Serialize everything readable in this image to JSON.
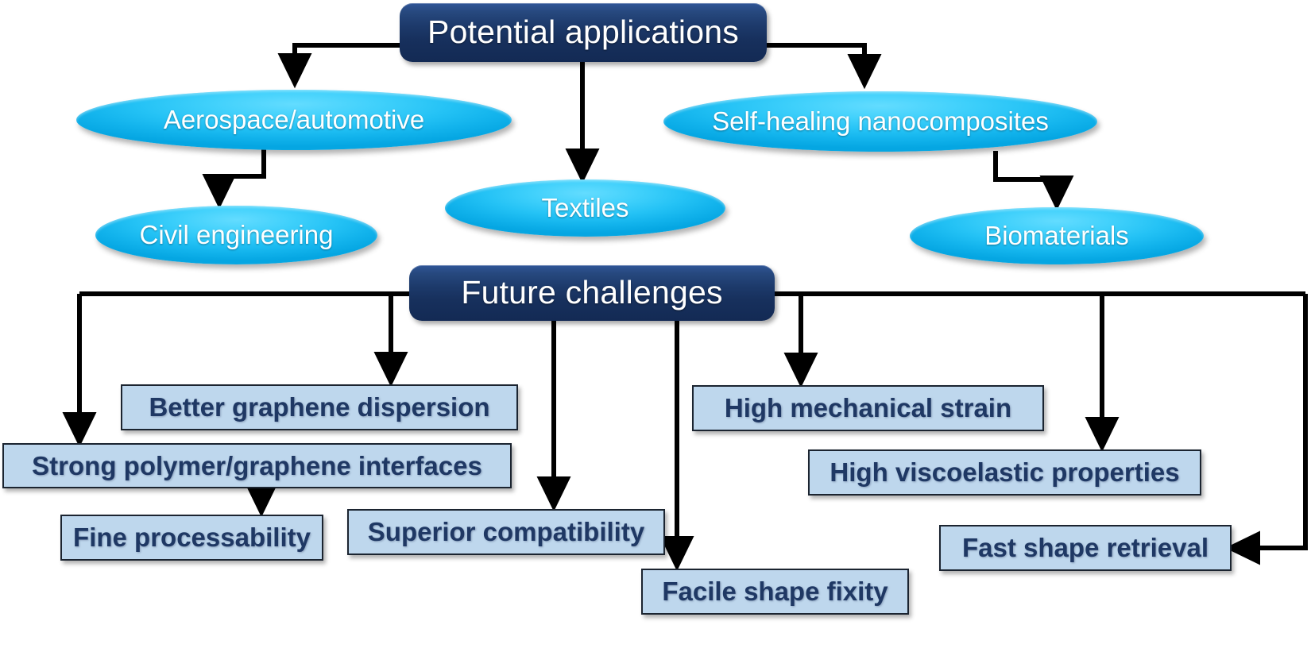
{
  "diagram": {
    "title": "Potential applications and future challenges flowchart",
    "colors": {
      "header_navy": "#17305d",
      "ellipse_cyan": "#24c2f5",
      "challenge_fill": "#bed7ed",
      "challenge_text": "#1f3864",
      "connector": "#000000",
      "background": "#ffffff"
    }
  },
  "headers": [
    {
      "id": "potential-applications",
      "label": "Potential applications"
    },
    {
      "id": "future-challenges",
      "label": "Future challenges"
    }
  ],
  "applications": [
    {
      "id": "aerospace-automotive",
      "label": "Aerospace/automotive"
    },
    {
      "id": "civil-engineering",
      "label": "Civil engineering"
    },
    {
      "id": "textiles",
      "label": "Textiles"
    },
    {
      "id": "self-healing-nanocomposites",
      "label": "Self-healing nanocomposites"
    },
    {
      "id": "biomaterials",
      "label": "Biomaterials"
    }
  ],
  "challenges": [
    {
      "id": "better-graphene-dispersion",
      "label": "Better graphene dispersion"
    },
    {
      "id": "strong-polymer-graphene-interfaces",
      "label": "Strong polymer/graphene interfaces"
    },
    {
      "id": "fine-processability",
      "label": "Fine processability"
    },
    {
      "id": "superior-compatibility",
      "label": "Superior compatibility"
    },
    {
      "id": "facile-shape-fixity",
      "label": "Facile shape fixity"
    },
    {
      "id": "high-mechanical-strain",
      "label": "High mechanical strain"
    },
    {
      "id": "high-viscoelastic-properties",
      "label": "High viscoelastic properties"
    },
    {
      "id": "fast-shape-retrieval",
      "label": "Fast shape retrieval"
    }
  ],
  "connections": [
    {
      "from": "potential-applications",
      "to": "aerospace-automotive"
    },
    {
      "from": "potential-applications",
      "to": "textiles"
    },
    {
      "from": "potential-applications",
      "to": "self-healing-nanocomposites"
    },
    {
      "from": "aerospace-automotive",
      "to": "civil-engineering"
    },
    {
      "from": "self-healing-nanocomposites",
      "to": "biomaterials"
    },
    {
      "from": "future-challenges",
      "to": "strong-polymer-graphene-interfaces"
    },
    {
      "from": "future-challenges",
      "to": "better-graphene-dispersion"
    },
    {
      "from": "future-challenges",
      "to": "superior-compatibility"
    },
    {
      "from": "future-challenges",
      "to": "facile-shape-fixity"
    },
    {
      "from": "future-challenges",
      "to": "high-mechanical-strain"
    },
    {
      "from": "future-challenges",
      "to": "high-viscoelastic-properties"
    },
    {
      "from": "future-challenges",
      "to": "fast-shape-retrieval"
    },
    {
      "from": "strong-polymer-graphene-interfaces",
      "to": "fine-processability"
    }
  ]
}
